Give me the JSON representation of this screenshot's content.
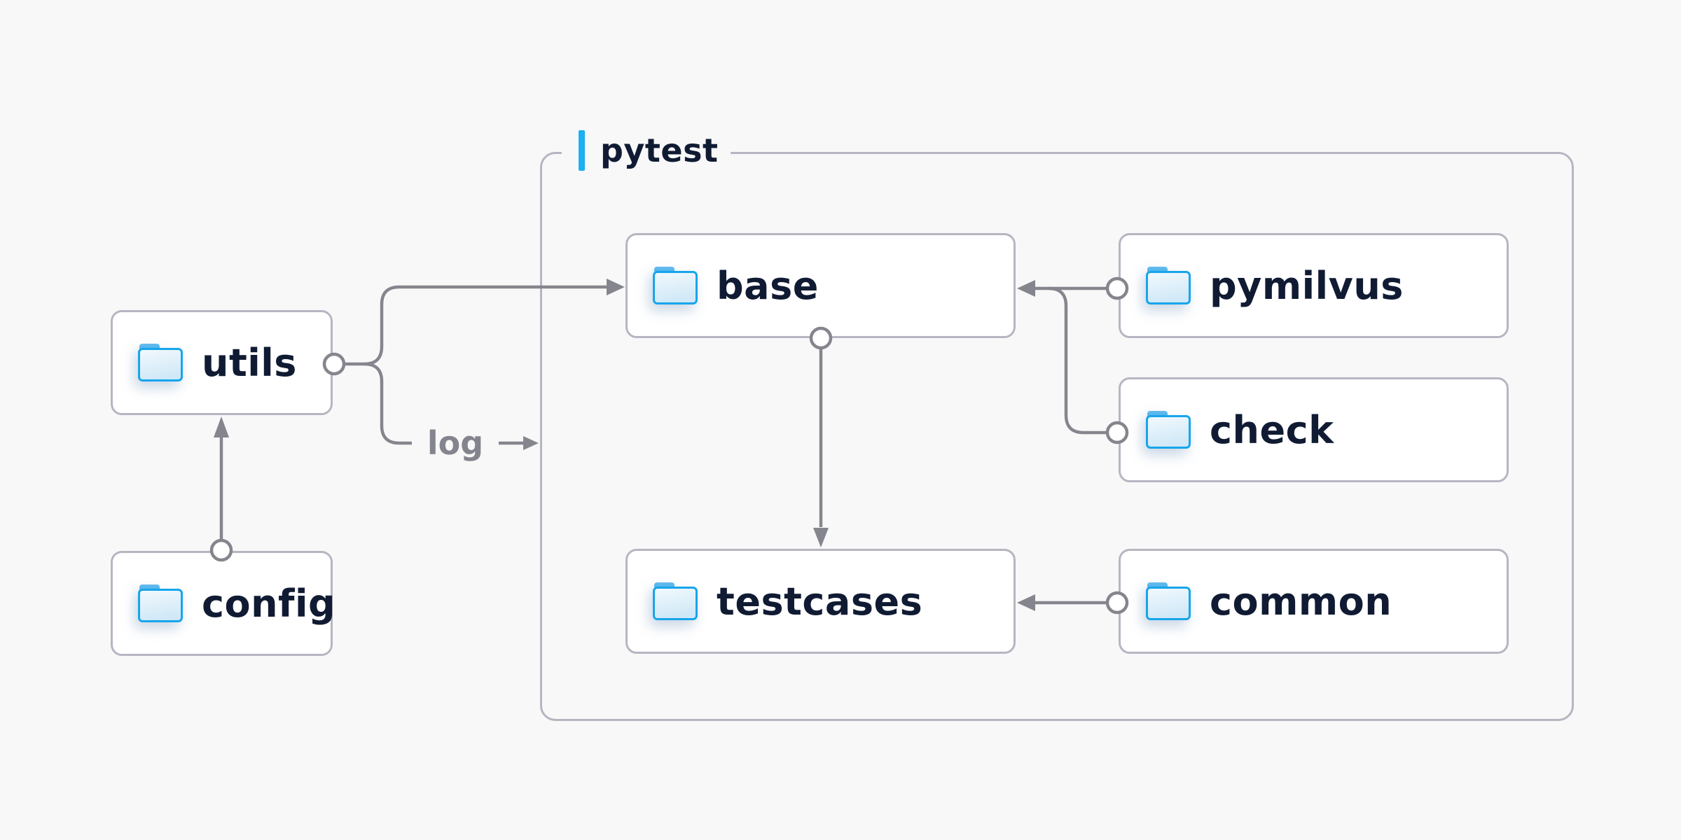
{
  "page": {
    "background_color": "#f8f8f9"
  },
  "diagram": {
    "group": {
      "label": "pytest",
      "accent_color": "#1cb0f0"
    },
    "nodes": [
      {
        "id": "utils",
        "label": "utils",
        "icon": "folder-icon"
      },
      {
        "id": "config",
        "label": "config",
        "icon": "folder-icon"
      },
      {
        "id": "base",
        "label": "base",
        "icon": "folder-icon"
      },
      {
        "id": "pymilvus",
        "label": "pymilvus",
        "icon": "folder-icon"
      },
      {
        "id": "check",
        "label": "check",
        "icon": "folder-icon"
      },
      {
        "id": "testcases",
        "label": "testcases",
        "icon": "folder-icon"
      },
      {
        "id": "common",
        "label": "common",
        "icon": "folder-icon"
      }
    ],
    "edges": [
      {
        "from": "config",
        "to": "utils"
      },
      {
        "from": "utils",
        "to": "base",
        "label": "log"
      },
      {
        "from": "base",
        "to": "testcases"
      },
      {
        "from": "pymilvus",
        "to": "base"
      },
      {
        "from": "check",
        "to": "base"
      },
      {
        "from": "common",
        "to": "testcases"
      }
    ],
    "colors": {
      "node_border": "#b6b6c2",
      "node_background": "#ffffff",
      "edge": "#85858e",
      "label_text": "#101b33",
      "edge_label_text": "#84848e",
      "folder_blue": "#17a5ec",
      "accent_blue": "#1cb0f0"
    }
  }
}
